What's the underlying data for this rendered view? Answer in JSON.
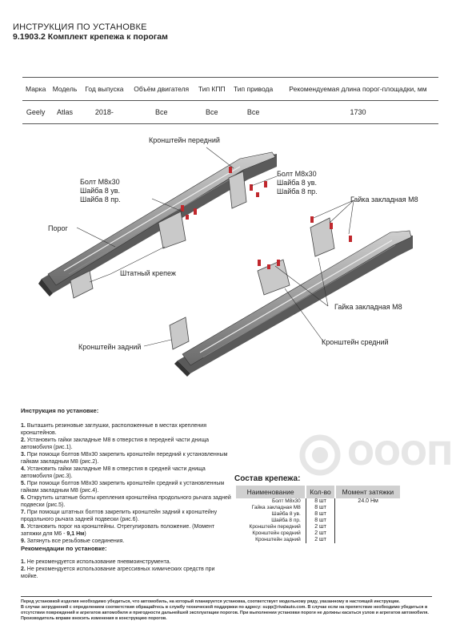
{
  "header": {
    "title": "ИНСТРУКЦИЯ ПО УСТАНОВКЕ",
    "subtitle": "9.1903.2 Комплект крепежа к порогам"
  },
  "spec_table": {
    "columns": [
      "Марка",
      "Модель",
      "Год выпуска",
      "Объём двигателя",
      "Тип КПП",
      "Тип привода",
      "Рекомендуемая длина порог-площадки, мм"
    ],
    "row": [
      "Geely",
      "Atlas",
      "2018-",
      "Все",
      "Все",
      "Все",
      "1730"
    ]
  },
  "drawing_labels": {
    "bracket_front": "Кронштейн передний",
    "bolt_left": "Болт М8х30",
    "washer_left_1": "Шайба 8 ув.",
    "washer_left_2": "Шайба 8 пр.",
    "bolt_right": "Болт М8х30",
    "washer_right_1": "Шайба 8 ув.",
    "washer_right_2": "Шайба 8 пр.",
    "nut_top": "Гайка закладная М8",
    "step": "Порог",
    "standard_mount": "Штатный крепеж",
    "nut_bottom": "Гайка закладная М8",
    "bracket_rear": "Кронштейн задний",
    "bracket_middle": "Кронштейн средний"
  },
  "instructions": {
    "title": "Инструкция по установке:",
    "steps": [
      {
        "n": "1.",
        "text": "Выташить резиновые заглушки, расположенные в местах крепления кронштейнов."
      },
      {
        "n": "2.",
        "text": "Установить гайки закладные М8 в отверстия в передней части днища автомобиля (рис.1)."
      },
      {
        "n": "3.",
        "text": "При помощи болтов М8х30 закрепить кронштейн передний к установленным гайкам закладным М8 (рис.2)."
      },
      {
        "n": "4.",
        "text": "Установить гайки закладные М8 в отверстия в средней части днища автомобиля (рис.3)."
      },
      {
        "n": "5.",
        "text": "При помощи болтов М8х30 закрепить кронштейн средний к установленным гайкам закладным М8 (рис.4)."
      },
      {
        "n": "6.",
        "text": "Открутить штатные болты крепления кронштейна продольного рычага задней подвески (рис.5)."
      },
      {
        "n": "7.",
        "text": "При помощи штатных болтов закрепить кронштейн задний к кронштейну продольного рычага задней подвески (рис.6)."
      },
      {
        "n": "8.",
        "text": "Установить порог на кронштейны. Отрегулировать положение. (Момент затяжки для М6 - ",
        "bold": "9,1 Нм",
        "after": ")"
      },
      {
        "n": "9.",
        "text": "Затянуть все резьбовые соединения."
      }
    ]
  },
  "recommendations": {
    "title": "Рекомендации по установке:",
    "items": [
      {
        "n": "1.",
        "text": "Не рекомендуется использование пневмоинструмента."
      },
      {
        "n": "2.",
        "text": "Не рекомендуется использование агрессивных химических средств при мойке."
      }
    ]
  },
  "kit": {
    "title": "Состав крепежа:",
    "headers": [
      "Наименование",
      "Кол-во",
      "Момент затяжки"
    ],
    "rows": [
      [
        "Болт М8х30",
        "8 шт",
        "24.0 Нм"
      ],
      [
        "Гайка закладная М8",
        "8 шт",
        ""
      ],
      [
        "Шайба 8 ув.",
        "8 шт",
        ""
      ],
      [
        "Шайба 8 пр.",
        "8 шт",
        ""
      ],
      [
        "Кронштейн передний",
        "2 шт",
        ""
      ],
      [
        "Кронштейн средний",
        "2 шт",
        ""
      ],
      [
        "Кронштейн задний",
        "2 шт",
        ""
      ]
    ]
  },
  "footer": {
    "lines": [
      "Перед установкой изделия необходимо убедиться, что автомобиль, на который планируется установка, соответствует модельному ряду, указанному в настоящей инструкции.",
      "В случае затруднений с определением соответствия обращайтесь в службу технической поддержки по адресу: supp@rivalauto.com. В случае если на препятствие необходимо убедиться в отсутствии повреждений и агрегатов автомобиля и пригодности дальнейшей эксплуатации порогов. При выполнении установки пороги не должны касаться узлов и агрегатов автомобиля. Производитель вправе вносить изменения в конструкцию порогов."
    ]
  },
  "logo": {
    "text": "ОООП"
  },
  "colors": {
    "line": "#333333",
    "step_dark": "#4a4a4a",
    "step_light": "#a9a9a9",
    "fastener_red": "#c0282d",
    "kit_header": "#d0d0d0"
  }
}
